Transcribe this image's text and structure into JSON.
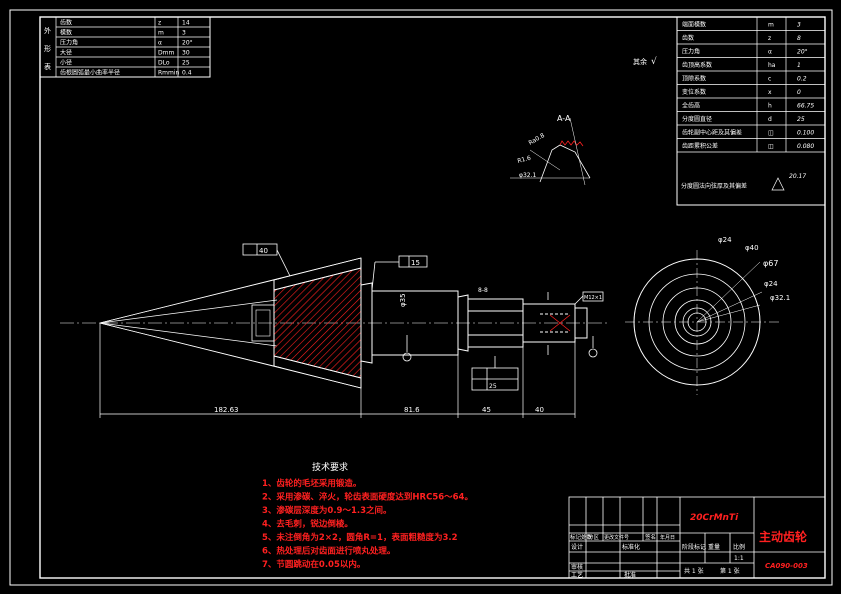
{
  "colors": {
    "background": "#000000",
    "line": "#ffffff",
    "hatch": "#ff2020",
    "notes": "#ff2020",
    "center_line": "#ffffff"
  },
  "gear_table_left": {
    "side_label": "外 形 表",
    "rows": [
      {
        "name": "齿数",
        "symbol": "z",
        "value": "14"
      },
      {
        "name": "模数",
        "symbol": "m",
        "value": "3"
      },
      {
        "name": "压力角",
        "symbol": "α",
        "value": "20°"
      },
      {
        "name": "大径",
        "symbol": "Dmm",
        "value": "30"
      },
      {
        "name": "小径",
        "symbol": "DLo",
        "value": "25"
      },
      {
        "name": "齿根圆弧最小曲率半径",
        "symbol": "Rmmin",
        "value": "0.4"
      }
    ]
  },
  "gear_table_right": {
    "rows": [
      {
        "name": "端面模数",
        "symbol": "m",
        "value": "3"
      },
      {
        "name": "齿数",
        "symbol": "z",
        "value": "8"
      },
      {
        "name": "压力角",
        "symbol": "α",
        "value": "20°"
      },
      {
        "name": "齿顶高系数",
        "symbol": "ha",
        "value": "1"
      },
      {
        "name": "顶隙系数",
        "symbol": "c",
        "value": "0.2"
      },
      {
        "name": "变位系数",
        "symbol": "x",
        "value": "0"
      },
      {
        "name": "全齿高",
        "symbol": "h",
        "value": "66.75"
      },
      {
        "name": "分度圆直径",
        "symbol": "d",
        "value": "25"
      },
      {
        "name": "齿轮副中心距及其偏差",
        "symbol": "◫",
        "value": "0.100"
      },
      {
        "name": "齿距累积公差",
        "symbol": "◫",
        "value": "0.080"
      }
    ],
    "footer": "分度圆法向弦厚及其偏差",
    "footer_value": "20.17"
  },
  "section_labels": {
    "aa": "A-A",
    "detail_note": "其余",
    "surface_mark": "√"
  },
  "dimensions": {
    "total_left": "182.63",
    "mid": "81.6",
    "right1": "45",
    "right2": "40",
    "tol1": "40",
    "tol2": "15",
    "tol3": "25",
    "dia1": "φ24",
    "dia2": "φ40",
    "dia3": "φ67",
    "dia4": "φ24",
    "dia5": "φ32.1",
    "dia_shaft": "φ35",
    "m_note": "Ra0.8",
    "r_note": "R1.6",
    "key": "8-8",
    "thread": "M12×1"
  },
  "tech_requirements": {
    "title": "技术要求",
    "items": [
      "1、齿轮的毛坯采用锻造。",
      "2、采用渗碳、淬火，轮齿表面硬度达到HRC56～64。",
      "3、渗碳层深度为0.9～1.3之间。",
      "4、去毛刺，锐边倒棱。",
      "5、未注倒角为2×2，圆角R=1，表面粗糙度为3.2",
      "6、热处理后对齿面进行喷丸处理。",
      "7、节圆跳动在0.05以内。"
    ]
  },
  "title_block": {
    "material": "20CrMnTi",
    "part_name": "主动齿轮",
    "drawing_no": "CA090-003",
    "row_labels": [
      "标记处数",
      "分区",
      "更改文件号",
      "签名",
      "年月日"
    ],
    "design": "设计",
    "standard": "标准化",
    "check": "审核",
    "process": "工艺",
    "approve": "批准",
    "stage": "阶段标记",
    "weight": "重量",
    "scale": "比例",
    "scale_value": "1:1",
    "sheets": "共 1 张",
    "sheet_no": "第 1 张"
  }
}
